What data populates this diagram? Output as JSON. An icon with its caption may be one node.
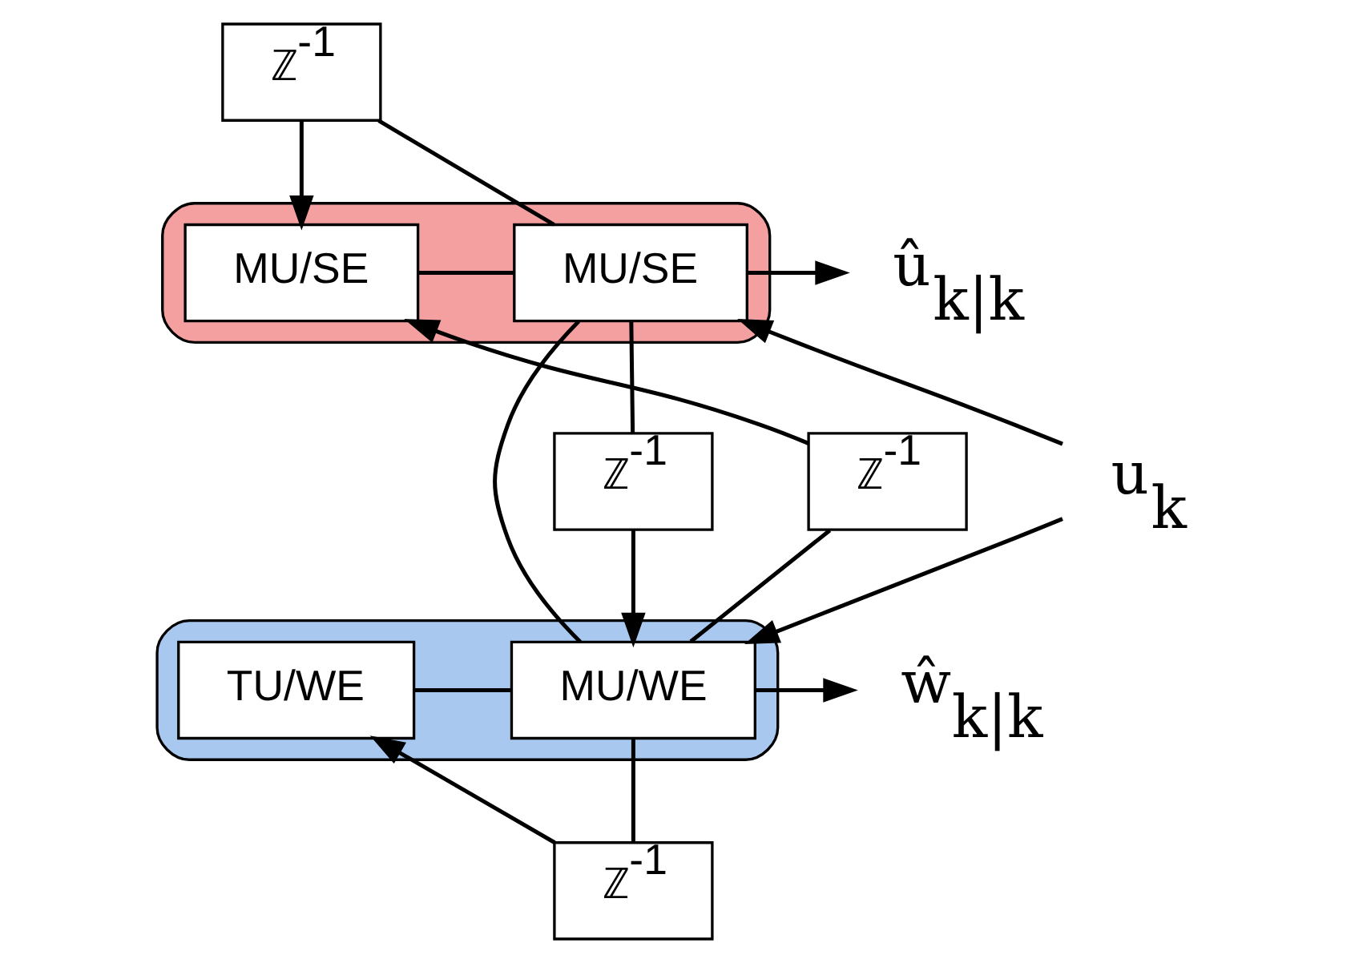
{
  "diagram": {
    "nodes": [
      {
        "text": [],
        "shape": "box"
      },
      {
        "text": [
          "MU/SE"
        ],
        "in": 0
      },
      {
        "text": [
          "MU/SE"
        ],
        "in": 0
      },
      {
        "text": [],
        "shape": "box"
      },
      {
        "text": [
          "TU/WE"
        ],
        "in": 3
      },
      {
        "text": [
          "MU/WE"
        ],
        "in": 3
      },
      {
        "text": [
          "ℤ$^{-1}$"
        ]
      },
      {
        "text": [
          "ℤ$^{-1}$"
        ]
      },
      {
        "text": [
          "ℤ$^{-1}$"
        ]
      },
      {
        "text": [
          "ℤ$^{-1}$"
        ]
      },
      {
        "text": [
          "u$_{k}$"
        ]
      },
      {
        "text": [
          "û$_{k|k}$"
        ]
      },
      {
        "text": [
          "ŵ$_{k|k}$"
        ]
      }
    ],
    "edges": [
      {
        "from": 1,
        "to": 2,
        "arrow": "none"
      },
      {
        "from": 2,
        "to": 11,
        "arrow": "to"
      },
      {
        "from": 2,
        "to": 6,
        "arrow": "none"
      },
      {
        "from": 6,
        "to": 1,
        "arrow": "to"
      },
      {
        "from": 2,
        "to": 7,
        "arrow": "none"
      },
      {
        "from": 7,
        "to": 5,
        "arrow": "to"
      },
      {
        "from": 8,
        "to": 1,
        "arrow": "to"
      },
      {
        "from": 5,
        "to": 8,
        "arrow": "none"
      },
      {
        "from": 2,
        "to": 5,
        "arrow": "none"
      },
      {
        "from": 10,
        "to": 2,
        "arrow": "to"
      },
      {
        "from": 10,
        "to": 5,
        "arrow": "to"
      },
      {
        "from": 4,
        "to": 5,
        "arrow": "none"
      },
      {
        "from": 5,
        "to": 12,
        "arrow": "to"
      },
      {
        "from": 5,
        "to": 9,
        "arrow": "none"
      },
      {
        "from": 9,
        "to": 4,
        "arrow": "to"
      }
    ]
  }
}
